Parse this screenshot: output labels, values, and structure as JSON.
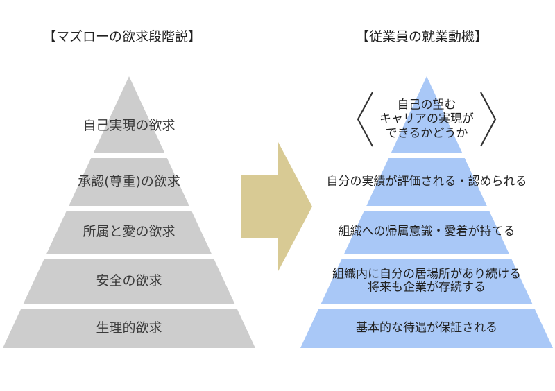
{
  "colors": {
    "left_pyramid": "#cdcdcd",
    "right_pyramid": "#a9c8f7",
    "arrow": "#d8ca94",
    "bracket": "#333333"
  },
  "left": {
    "title": "【マズローの欲求段階説】",
    "tiers": [
      {
        "label": "自己実現の欲求"
      },
      {
        "label": "承認(尊重)の欲求"
      },
      {
        "label": "所属と愛の欲求"
      },
      {
        "label": "安全の欲求"
      },
      {
        "label": "生理的欲求"
      }
    ]
  },
  "arrow": {
    "icon": "right-arrow-icon"
  },
  "right": {
    "title": "【従業員の就業動機】",
    "tiers": [
      {
        "lines": [
          "自己の望む",
          "キャリアの実現が",
          "できるかどうか"
        ]
      },
      {
        "lines": [
          "自分の実績が評価される・認められる"
        ]
      },
      {
        "lines": [
          "組織への帰属意識・愛着が持てる"
        ]
      },
      {
        "lines": [
          "組織内に自分の居場所があり続ける",
          "将来も企業が存続する"
        ]
      },
      {
        "lines": [
          "基本的な待遇が保証される"
        ]
      }
    ]
  }
}
